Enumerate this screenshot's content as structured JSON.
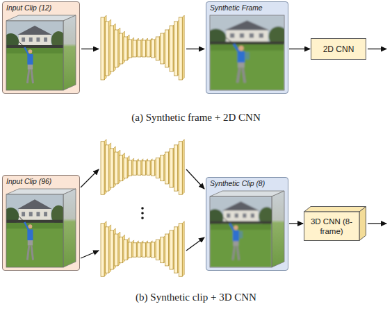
{
  "diagram": {
    "nodes": [
      {
        "text": [
          "Input Clip (12)"
        ]
      },
      {
        "text": [
          "Synthetic Frame"
        ]
      },
      {
        "text": [
          "2D CNN"
        ]
      },
      {
        "text": [
          "Input Clip (96)"
        ]
      },
      {
        "text": [
          "Synthetic Clip (8)"
        ]
      },
      {
        "text": [
          "3D CNN (8-frame)"
        ]
      }
    ],
    "edges": [
      {
        "from": 1,
        "to": 2,
        "arrow": "to"
      },
      {
        "from": 4,
        "to": 5,
        "arrow": "to"
      }
    ],
    "labels": [
      "(a) Synthetic frame + 2D CNN",
      "(b) Synthetic clip + 3D CNN"
    ]
  }
}
